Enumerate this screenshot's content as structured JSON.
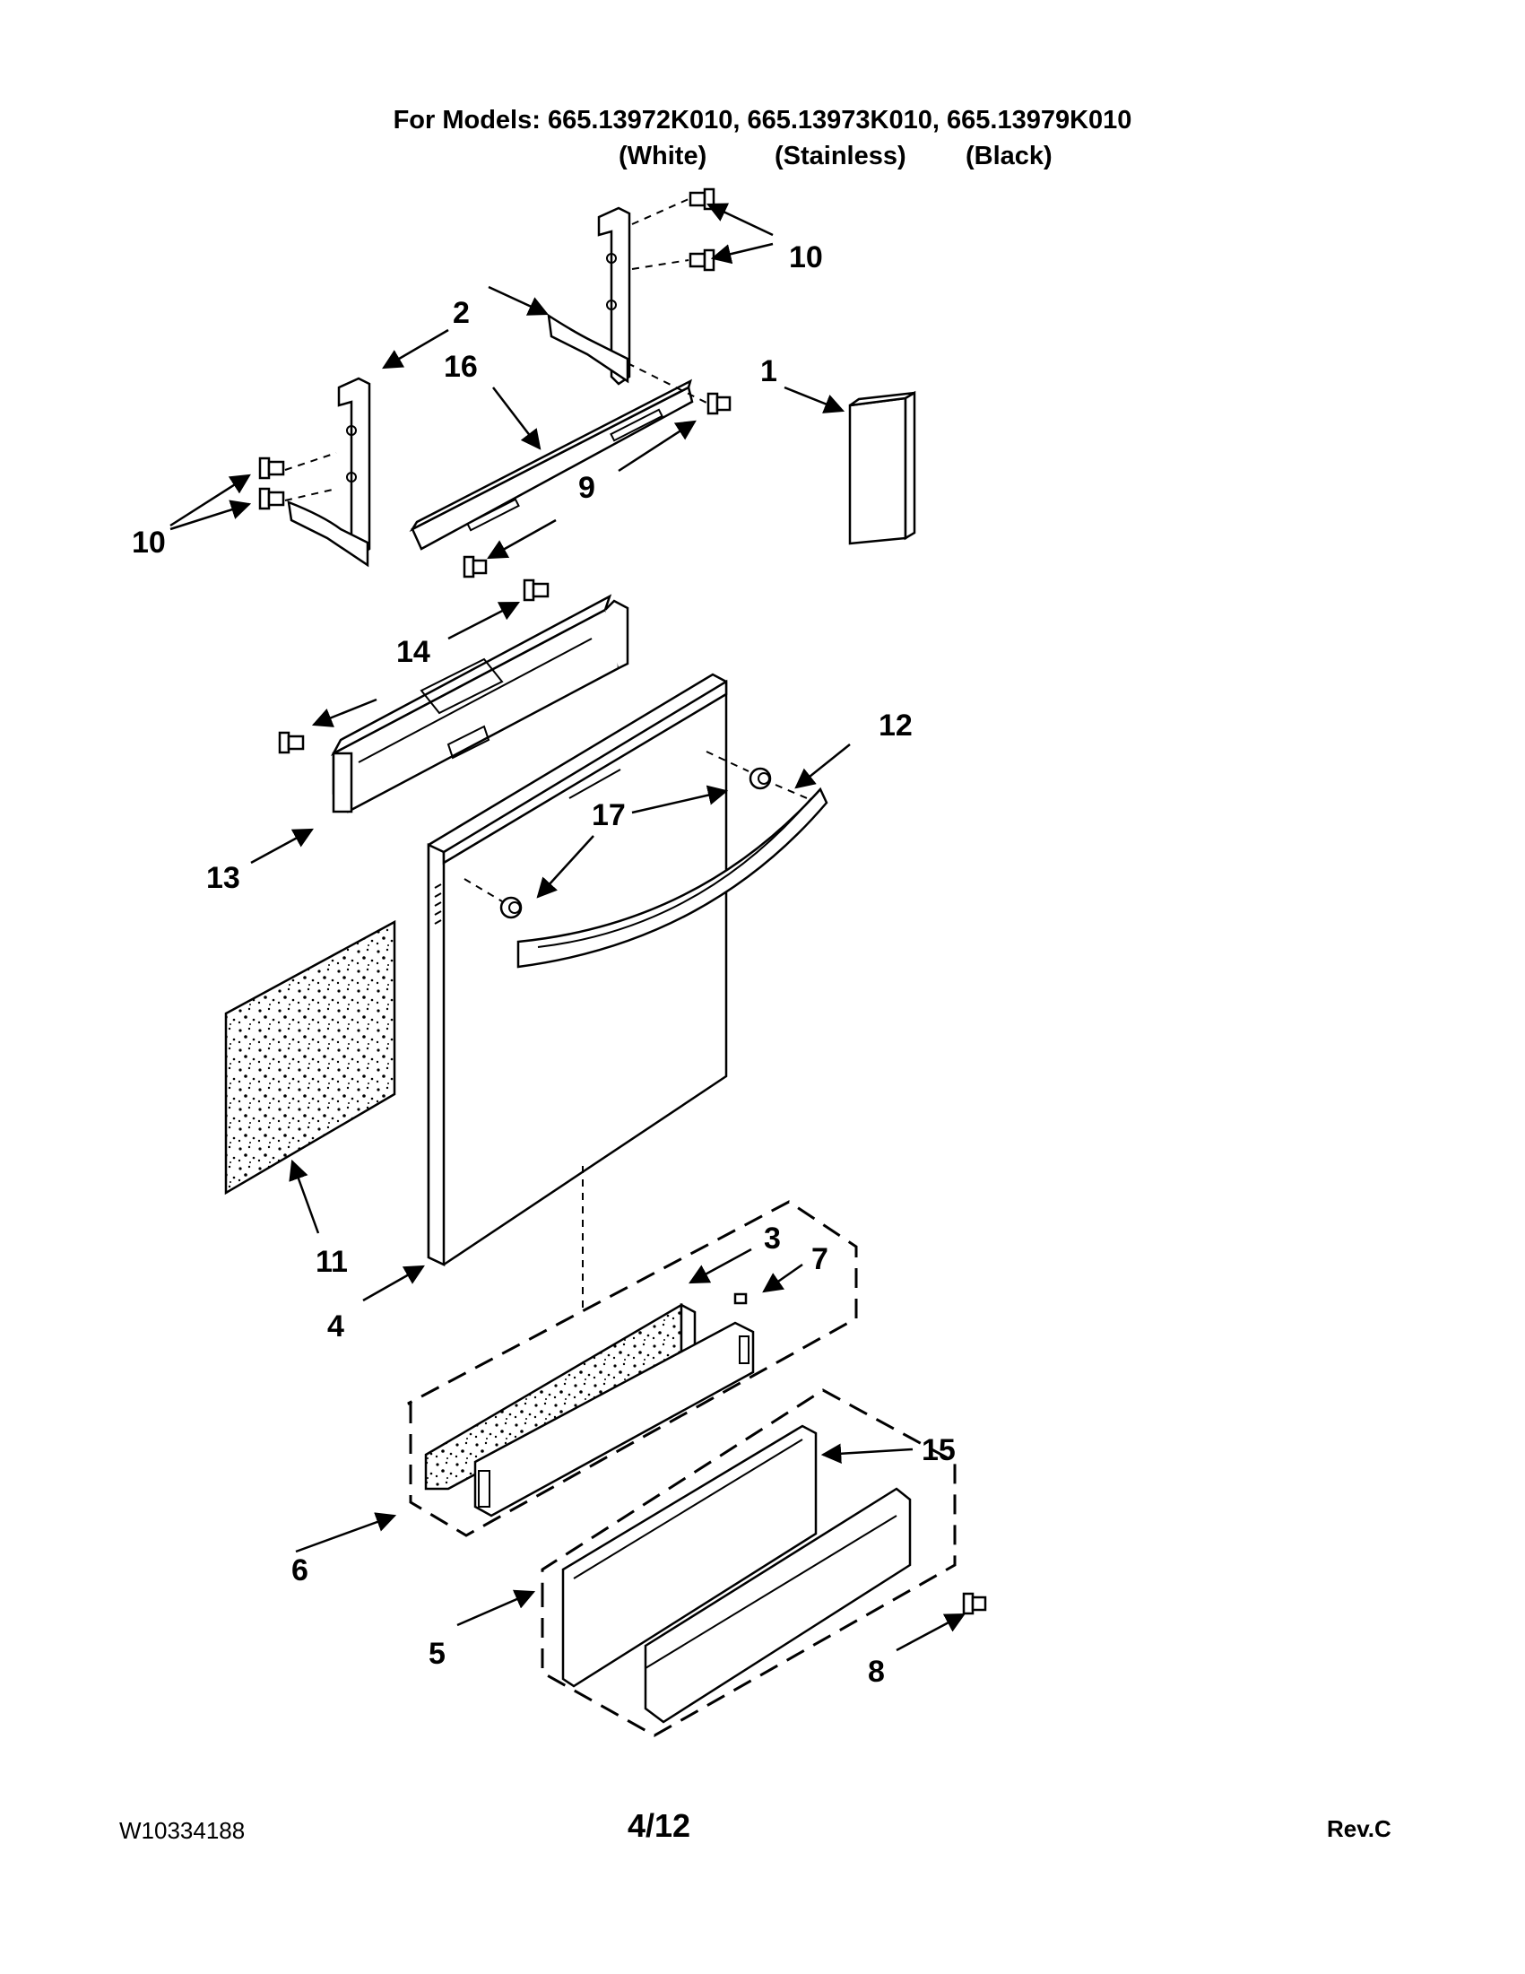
{
  "header": {
    "models_line": "For Models: 665.13972K010, 665.13973K010, 665.13979K010",
    "variants": [
      "(White)",
      "(Stainless)",
      "(Black)"
    ]
  },
  "callouts": [
    "1",
    "2",
    "3",
    "4",
    "5",
    "6",
    "7",
    "8",
    "9",
    "10",
    "10",
    "11",
    "12",
    "13",
    "14",
    "15",
    "16",
    "17"
  ],
  "footer": {
    "doc_number": "W10334188",
    "page": "4/12",
    "revision": "Rev.C"
  }
}
